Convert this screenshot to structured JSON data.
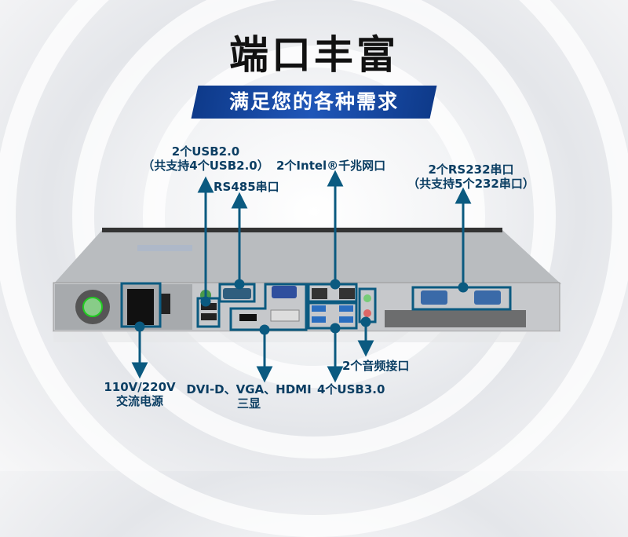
{
  "title": "端口丰富",
  "subtitle": "满足您的各种需求",
  "accent_color": "#0b5a80",
  "labels": {
    "usb20_line1": "2个USB2.0",
    "usb20_line2": "（共支持4个USB2.0）",
    "rs485": "RS485串口",
    "lan": "2个Intel®千兆网口",
    "rs232_line1": "2个RS232串口",
    "rs232_line2": "（共支持5个232串口）",
    "power_line1": "110V/220V",
    "power_line2": "交流电源",
    "display_line1": "DVI-D、VGA、HDMI",
    "display_line2": "三显",
    "usb30": "4个USB3.0",
    "audio": "2个音频接口"
  }
}
